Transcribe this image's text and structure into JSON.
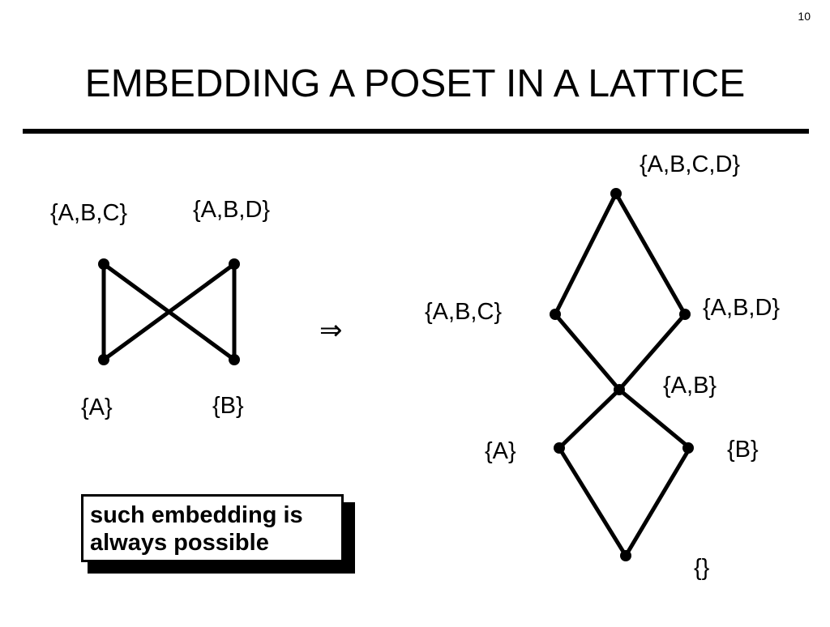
{
  "slide": {
    "page_number": "10",
    "title": "EMBEDDING A POSET IN A LATTICE"
  },
  "poset": {
    "labels": {
      "abc": "{A,B,C}",
      "abd": "{A,B,D}",
      "a": "{A}",
      "b": "{B}"
    }
  },
  "arrow": "⇒",
  "lattice": {
    "labels": {
      "abcd": "{A,B,C,D}",
      "abc": "{A,B,C}",
      "abd": "{A,B,D}",
      "ab": "{A,B}",
      "a": "{A}",
      "b": "{B}",
      "empty": "{}"
    }
  },
  "note": {
    "line1": "such embedding is",
    "line2": "always possible"
  }
}
